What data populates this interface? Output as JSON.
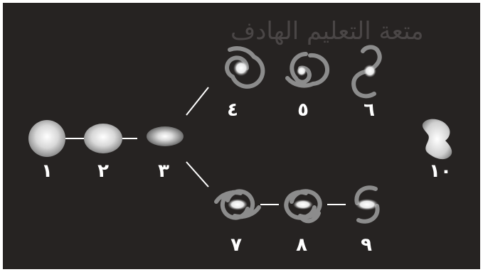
{
  "watermark": {
    "text": "متعة التعليم الهادف"
  },
  "labels": {
    "n1": "١",
    "n2": "٢",
    "n3": "٣",
    "n4": "٤",
    "n5": "٥",
    "n6": "٦",
    "n7": "٧",
    "n8": "٨",
    "n9": "٩",
    "n10": "١٠"
  },
  "colors": {
    "background": "#262322",
    "galaxy_light": "#f2f2f2",
    "galaxy_mid": "#9a9a9a",
    "arms": "#8c8c8c",
    "connector": "#ffffff"
  }
}
